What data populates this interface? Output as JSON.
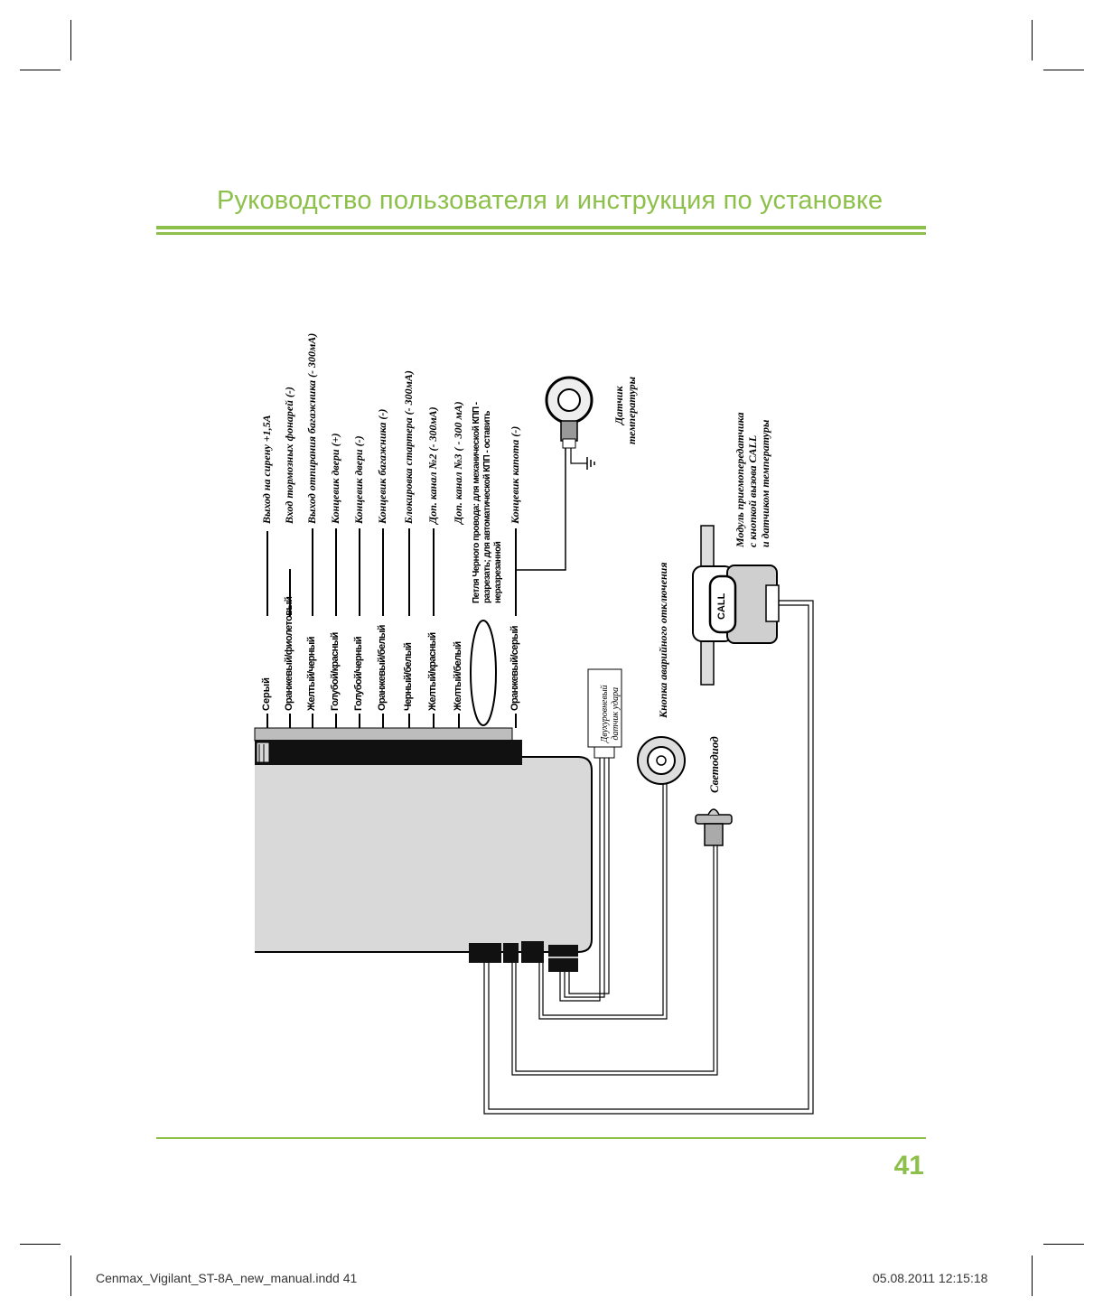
{
  "header": {
    "title": "Руководство пользователя и инструкция по установке",
    "accent_color": "#8cc04b"
  },
  "page_number": "41",
  "slug": {
    "file": "Cenmax_Vigilant_ST-8A_new_manual.indd   41",
    "datetime": "05.08.2011   12:15:18"
  },
  "diagram": {
    "wires": [
      {
        "color": "Серый",
        "function": "Выход на сирену +1,5А"
      },
      {
        "color": "Оранжевый/фиолетовый",
        "function": "Вход тормозных фонарей (-)"
      },
      {
        "color": "Желтый/черный",
        "function": "Выход отпирания багажника (- 300мА)"
      },
      {
        "color": "Голубой/красный",
        "function": "Концевик двери (+)"
      },
      {
        "color": "Голубой/черный",
        "function": "Концевик двери (-)"
      },
      {
        "color": "Оранжевый/белый",
        "function": "Концевик багажника (-)"
      },
      {
        "color": "Черный/белый",
        "function": "Блокировка стартера (- 300мА)"
      },
      {
        "color": "Желтый/красный",
        "function": "Доп. канал №2 (- 300мА)"
      },
      {
        "color": "Желтый/белый",
        "function": "Доп. канал №3 ( - 300 мА)"
      },
      {
        "color": "Оранжевый/серый",
        "function": "Концевик капота (-)"
      }
    ],
    "loop_note_line1": "Петля Черного провода: для механической КПП -",
    "loop_note_line2": "разрезать; для автоматической КПП - оставить",
    "loop_note_line3": "неразрезанной",
    "temp_sensor_line1": "Датчик",
    "temp_sensor_line2": "температуры",
    "shock_sensor_line1": "Двухуровневый",
    "shock_sensor_line2": "датчик удара",
    "emergency_button": "Кнопка аварийного отключения",
    "led": "Светодиод",
    "module_line1": "Модуль приемопередатчика",
    "module_line2": "с кнопкой вызова CALL",
    "module_line3": "и датчиком температуры",
    "call_button": "CALL"
  }
}
